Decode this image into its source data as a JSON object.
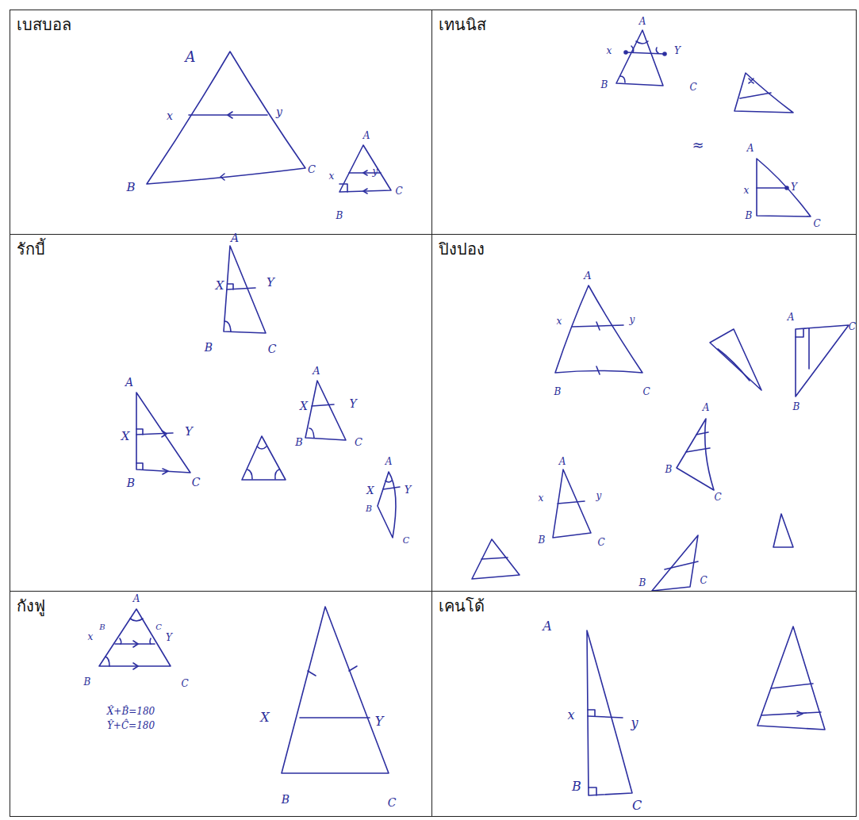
{
  "diagram": {
    "nodes": [
      {
        "text": [
          "เบสบอล"
        ]
      },
      {
        "text": [
          "เทนนิส"
        ]
      },
      {
        "text": [
          "รักบี้"
        ]
      },
      {
        "text": [
          "ปิงปอง"
        ]
      },
      {
        "text": [
          "กังฟู"
        ]
      },
      {
        "text": [
          "เคนโด้"
        ]
      }
    ],
    "labels": [
      "A",
      "x",
      "y",
      "B",
      "C",
      "A",
      "x",
      "y",
      "C",
      "B",
      "A",
      "x",
      "Y",
      "B",
      "C",
      "≈",
      "A",
      "x",
      "Y",
      "B",
      "C",
      "A",
      "X",
      "Y",
      "B",
      "C",
      "A",
      "X",
      "Y",
      "B",
      "C",
      "A",
      "X",
      "Y",
      "B",
      "C",
      "A",
      "X",
      "Y",
      "B",
      "C",
      "A",
      "x",
      "y",
      "B",
      "C",
      "A",
      "C",
      "B",
      "A",
      "x",
      "y",
      "B",
      "C",
      "A",
      "B",
      "C",
      "B",
      "C",
      "A",
      "x",
      "B",
      "C",
      "Y",
      "B",
      "C",
      "X̂+B̂=180",
      "Ŷ+Ĉ=180",
      "X",
      "Y",
      "B",
      "C",
      "A",
      "x",
      "y",
      "B",
      "C"
    ]
  }
}
